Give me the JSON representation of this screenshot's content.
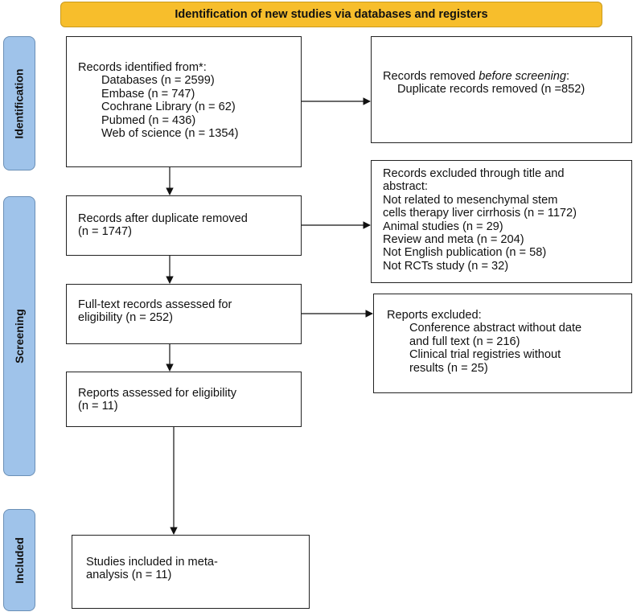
{
  "header": {
    "title": "Identification of new studies via databases and registers"
  },
  "phases": {
    "identification": "Identification",
    "screening": "Screening",
    "included": "Included"
  },
  "boxes": {
    "identified": {
      "title": "Records identified from*:",
      "lines": [
        "Databases (n = 2599)",
        "Embase (n = 747)",
        "Cochrane Library (n = 62)",
        "Pubmed (n = 436)",
        "Web of science (n = 1354)"
      ]
    },
    "removed": {
      "prefix": "Records removed ",
      "emphasis": "before screening",
      "suffix": ":",
      "line": "Duplicate records removed (n =852)"
    },
    "after_duplicate": {
      "line1": "Records after duplicate removed",
      "line2": "(n = 1747)"
    },
    "excluded_title": {
      "lines": [
        "Records excluded through title and",
        "abstract:",
        "Not related to mesenchymal stem",
        "cells therapy liver cirrhosis (n = 1172)",
        "Animal studies (n = 29)",
        "Review and meta (n = 204)",
        "Not English publication (n = 58)",
        "Not RCTs study (n = 32)"
      ]
    },
    "fulltext": {
      "line1": "Full-text records assessed for",
      "line2": "eligibility (n = 252)"
    },
    "reports_excluded": {
      "title": "Reports excluded:",
      "lines": [
        "Conference abstract without date",
        "and full text (n = 216)",
        "Clinical trial registries without",
        "results (n = 25)"
      ]
    },
    "reports_assessed": {
      "line1": "Reports assessed for eligibility",
      "line2": "(n = 11)"
    },
    "included": {
      "line1": "Studies included in meta-",
      "line2": "analysis (n = 11)"
    }
  }
}
